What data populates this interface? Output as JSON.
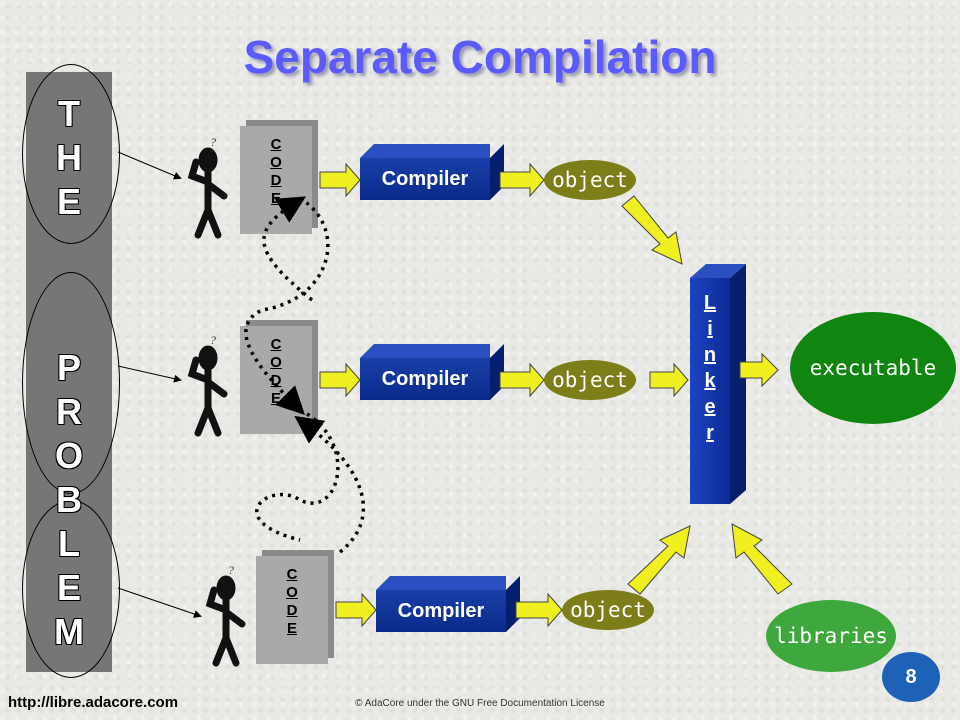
{
  "title": "Separate Compilation",
  "problem": {
    "word1": [
      "T",
      "H",
      "E"
    ],
    "word2": [
      "P",
      "R",
      "O",
      "B",
      "L",
      "E",
      "M"
    ]
  },
  "code_cards": [
    {
      "letters": [
        "C",
        "O",
        "D",
        "E"
      ]
    },
    {
      "letters": [
        "C",
        "O",
        "D",
        "E"
      ]
    },
    {
      "letters": [
        "C",
        "O",
        "D",
        "E"
      ]
    }
  ],
  "compilers": [
    {
      "label": "Compiler"
    },
    {
      "label": "Compiler"
    },
    {
      "label": "Compiler"
    }
  ],
  "objects": [
    {
      "label": "object"
    },
    {
      "label": "object"
    },
    {
      "label": "object"
    }
  ],
  "linker": {
    "letters": [
      "L",
      "i",
      "n",
      "k",
      "e",
      "r"
    ]
  },
  "executable": "executable",
  "libraries": "libraries",
  "page_number": "8",
  "footer": {
    "url": "http://libre.adacore.com",
    "license": "© AdaCore under the GNU Free Documentation License"
  },
  "question_mark": "?",
  "colors": {
    "title": "#5a5aff",
    "compiler": "#0a2a8a",
    "object": "#7d7d1a",
    "executable": "#108610",
    "libraries": "#3ea83e",
    "arrow_fill": "#f0f020",
    "page_badge": "#1e62b8"
  }
}
